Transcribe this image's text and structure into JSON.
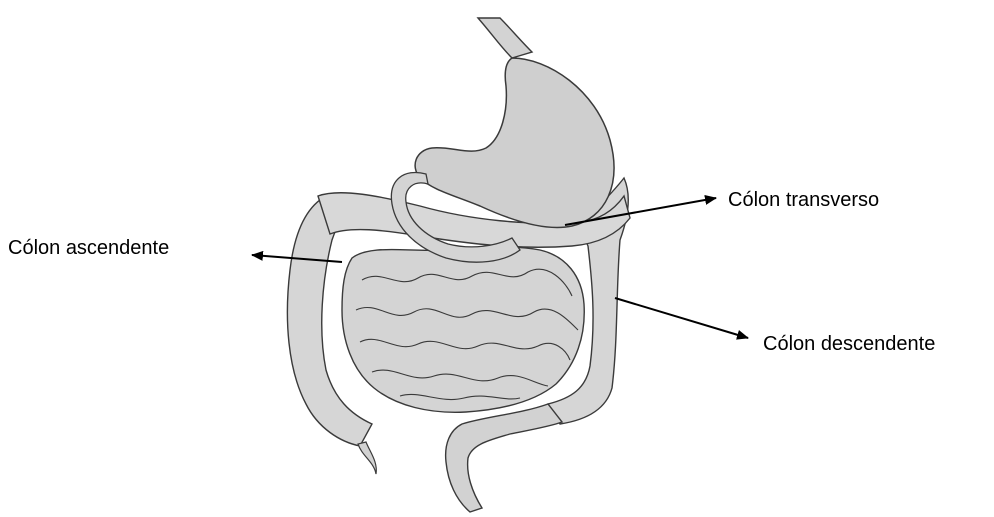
{
  "labels": {
    "ascending_colon": "Cólon ascendente",
    "transverse_colon": "Cólon transverso",
    "descending_colon": "Cólon descendente"
  },
  "colors": {
    "organ_fill": "#d6d6d6",
    "organ_stroke": "#3a3a3a",
    "stomach_fill": "#cfcfcf",
    "arrow": "#000000",
    "text": "#000000"
  }
}
